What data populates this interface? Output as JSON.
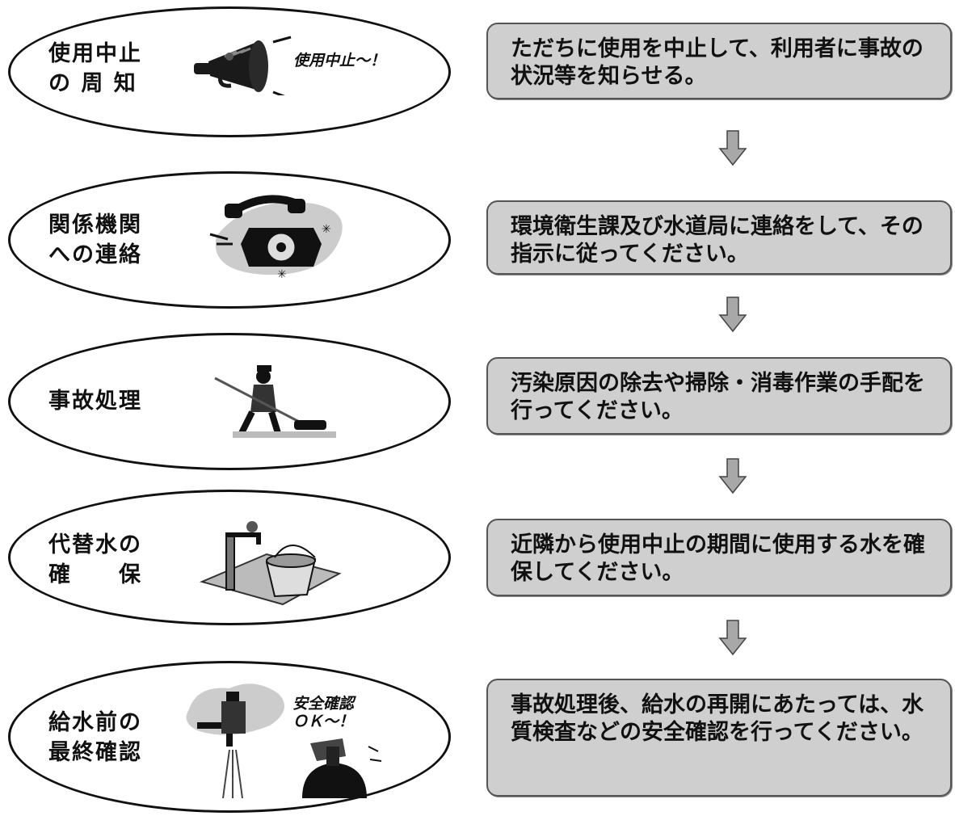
{
  "steps": [
    {
      "label": "使用中止\nの 周 知",
      "description": "ただちに使用を中止して、利用者に事故の状況等を知らせる。",
      "illustration_text": "使用中止～！",
      "icon": "megaphone-icon"
    },
    {
      "label": "関係機関\nへの連絡",
      "description": "環境衛生課及び水道局に連絡をして、その指示に従ってください。",
      "icon": "telephone-icon"
    },
    {
      "label": "事故処理",
      "description": "汚染原因の除去や掃除・消毒作業の手配を行ってください。",
      "icon": "sweeper-icon"
    },
    {
      "label": "代替水の\n確　　保",
      "description": "近隣から使用中止の期間に使用する水を確保してください。",
      "icon": "faucet-bucket-icon"
    },
    {
      "label": "給水前の\n最終確認",
      "description": "事故処理後、給水の再開にあたっては、水質検査などの安全確認を行ってください。",
      "illustration_text": "安全確認\nＯＫ～！",
      "icon": "faucet-inspection-icon"
    }
  ],
  "colors": {
    "box_fill": "#cfcfcf",
    "box_border": "#555555",
    "arrow_fill": "#a8a8a8",
    "ellipse_border": "#111111"
  }
}
